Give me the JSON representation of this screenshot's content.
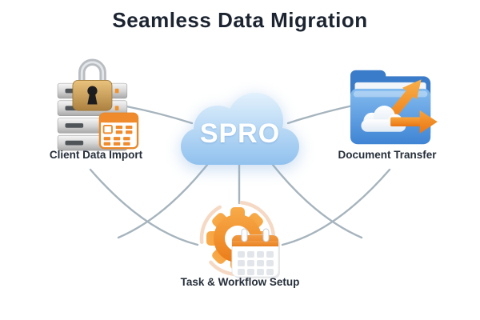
{
  "title": "Seamless Data Migration",
  "center": {
    "label": "SPRO",
    "icon": "cloud-icon"
  },
  "nodes": [
    {
      "id": "client-data-import",
      "label": "Client Data Import",
      "icon": "secure-server-icon",
      "position": "left"
    },
    {
      "id": "document-transfer",
      "label": "Document Transfer",
      "icon": "folder-transfer-icon",
      "position": "right"
    },
    {
      "id": "task-workflow-setup",
      "label": "Task & Workflow Setup",
      "icon": "gear-calendar-icon",
      "position": "bottom"
    }
  ],
  "connections": [
    {
      "from": "SPRO",
      "to": "Client Data Import"
    },
    {
      "from": "SPRO",
      "to": "Document Transfer"
    },
    {
      "from": "SPRO",
      "to": "Task & Workflow Setup"
    },
    {
      "from": "Client Data Import",
      "to": "Task & Workflow Setup"
    },
    {
      "from": "Document Transfer",
      "to": "Task & Workflow Setup"
    }
  ],
  "colors": {
    "background": "#ffffff",
    "title_text": "#1b2430",
    "label_text": "#262f3a",
    "connector": "#a6b4bd",
    "cloud_top": "#e3f1fc",
    "cloud_bottom": "#8fc0ee",
    "cloud_text": "#ffffff",
    "orange_accent": "#ef8b2d",
    "gear_orange": "#ee7f1d",
    "arc_peach": "#f5d9c4",
    "folder_blue": "#4488d8",
    "lock_gold": "#c79a55",
    "server_silver": "#cfcfcf"
  }
}
